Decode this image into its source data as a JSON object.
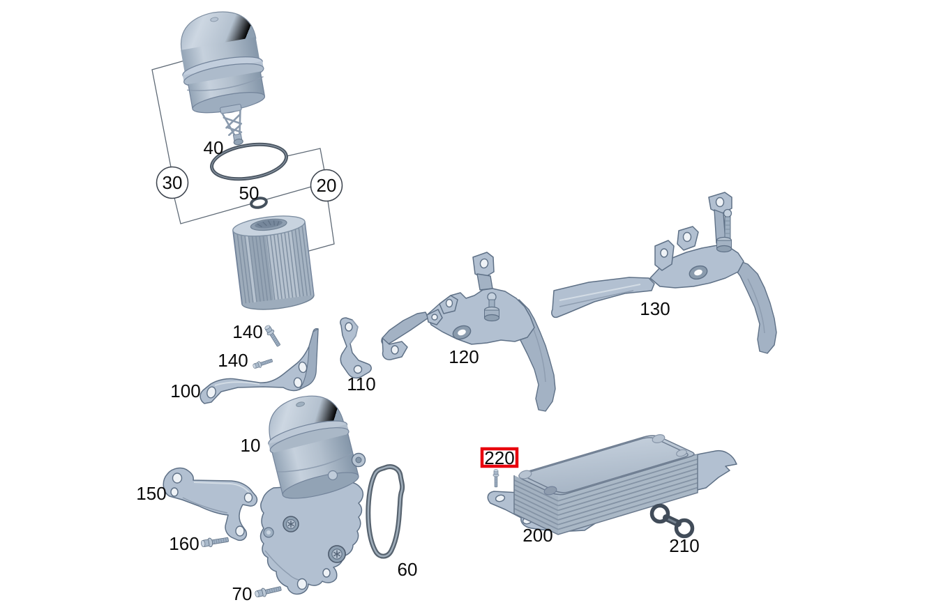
{
  "figure": {
    "kind": "exploded-parts-diagram",
    "background": "#ffffff"
  },
  "colors": {
    "part_fill": "#b2c0d1",
    "part_outline": "#5e7086",
    "callout_line": "#5f6a76",
    "label_text": "#0a0a0a",
    "highlight_box_red": "#e8000d",
    "seal_dark": "#414c59"
  },
  "labels": {
    "p10": "10",
    "p20": "20",
    "p30": "30",
    "p40": "40",
    "p50": "50",
    "p60": "60",
    "p70": "70",
    "p100": "100",
    "p110": "110",
    "p120": "120",
    "p130": "130",
    "p140a": "140",
    "p140b": "140",
    "p150": "150",
    "p160": "160",
    "p200": "200",
    "p210": "210",
    "p220": "220"
  },
  "highlighted_part": "220"
}
